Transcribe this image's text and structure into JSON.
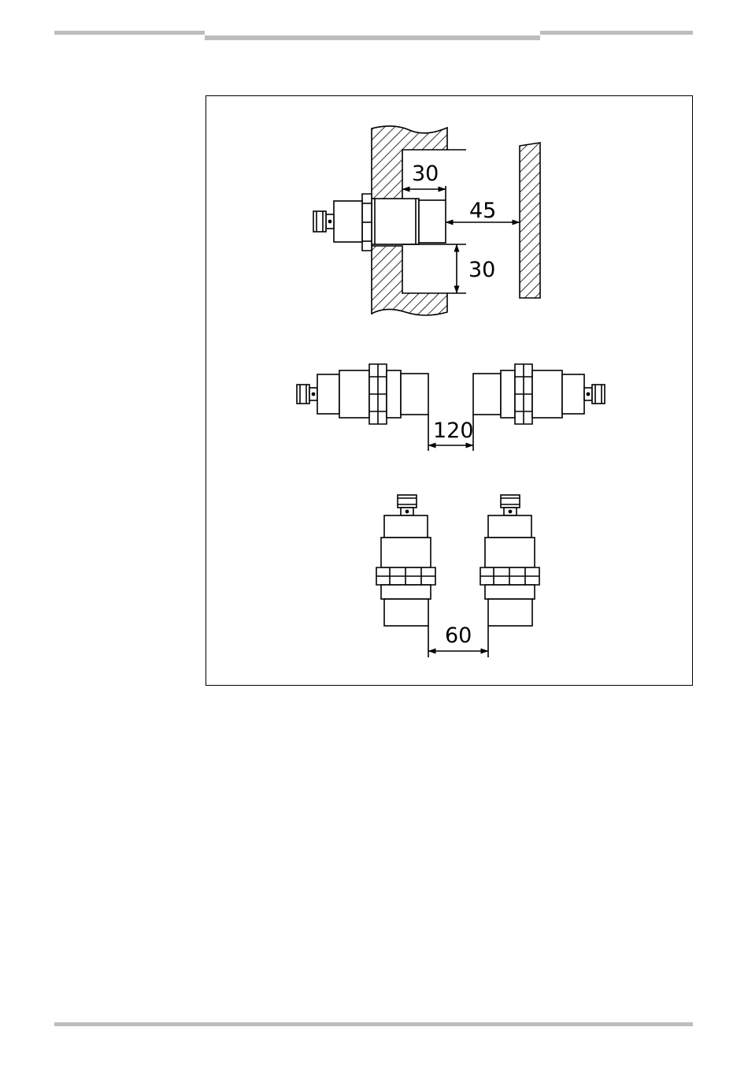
{
  "figure": {
    "dimensions": {
      "wall_clearance": "30",
      "object_distance": "45",
      "side_clearance": "30",
      "face_to_face_spacing": "120",
      "side_by_side_spacing": "60"
    }
  },
  "colors": {
    "rule": "#bdbdbd",
    "line": "#000000"
  }
}
